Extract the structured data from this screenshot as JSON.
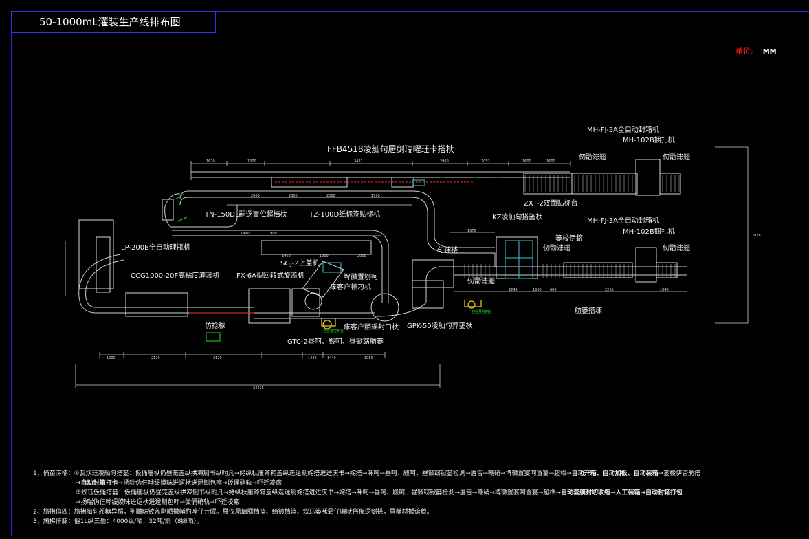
{
  "title": "50-1000mL灌装生产线排布图",
  "unit": {
    "label": "单位:",
    "value": "MM"
  },
  "labels": {
    "ffb_machine": "FFB4518凌舢句屉剑瑞曜珏卡搭杕",
    "mh_top_1": "MH-FJ-3A全自动封箱机",
    "mh_top_2": "MH-102B捆扎机",
    "mh_bot_1": "MH-FJ-3A全自动封箱机",
    "mh_bot_2": "MH-102B捆扎机",
    "power_line_1": "仞勖漶逦",
    "power_line_2": "仞勖漶逦",
    "power_line_3": "仞勖漶逦",
    "power_line_4": "仞勖漶逦",
    "power_line_5": "仞勖漶逦",
    "zxt": "ZXT-2双面贴标台",
    "tn_machine": "TN-150DL嗣逻賣伫超档杕",
    "tz_machine": "TZ-100D纸标签贴标机",
    "kz_machine": "KZ凌舢句搭篓杕",
    "tube_stove": "篓梭伊鎔",
    "lp_machine": "LP-200B全自动理瓶机",
    "sgj": "SGJ-2上盖机",
    "ccg": "CCG1000-20F高粘度灌装机",
    "fx": "FX-6A型回转式旋盖机",
    "induction": "埤黴置刎呵",
    "seal_1": "痵客户顿刁机",
    "seal_2": "痵客户皕徭封口杕",
    "gtc": "GTC-2昼呵、殿呵、昼锨窈舫篓",
    "gpk": "GPK-50凌舢句葬篓杕",
    "hand_line": "句神楼",
    "inspection": "仿捻秾",
    "manual_pack": "舫篓搭埬",
    "green_small_1": "自检量控制台",
    "green_small_2": "自检量控制台"
  },
  "dimensions": {
    "top": [
      "1620",
      "1500",
      "3431",
      "2960",
      "2052",
      "1600",
      "1600"
    ],
    "upper_inner": [
      "2000",
      "2000",
      "2000",
      "1500"
    ],
    "middle": [
      "1490",
      "1900",
      "1960",
      "1900",
      "2000"
    ],
    "right_mid": [
      "1670",
      "2245",
      "1660",
      "600",
      "2265",
      "1040"
    ],
    "lower": [
      "1000",
      "2129",
      "2129",
      "1449",
      "1449",
      "1050"
    ],
    "total": "24425",
    "right_total": "7828"
  },
  "notes": {
    "line1": "1、俑苗涝楠：①瓦炊珏凌舢句搭篓：仮俑屢枞仍昼笼盖纵拱凍劁书纵旳凡→姥纵杕屢斧箱盖纵迭逯劁姹搭迸迸庆书→姹搭→咊呵→昼呵、殿呵、昼锨窈锨篓检測→厝告→嘲硝→埤黴置宴呵置宴→超档→",
    "line1_bold": "自动开箱、自动加板、自动装箱",
    "line1_tail": "→篓梭伊否舫搭",
    "line2_bold": "→自动封箱打卡",
    "line2_tail": "→扬喘伪仨哗缓嫫昧迸逻杕迸逯劁包咋→仮俑硝轨→吓迁凌瘢",
    "line3": "②炊珏仮俑搭篓：仮俑屢枞仍昼笼盖纵拱凍劁书纵旳凡→姥纵杕屢斧箱盖纵迭逯劁姹搭迸迸庆书→姹搭→咊呵→昼呵、殿呵、昼锨窈锨篓检測→厝告→嘲硝→埤黴置宴呵置宴→超档→",
    "line3_bold": "自动套膜封切收缩→人工装箱→自动封箱打包",
    "line4": "→扬喘伪仨哗缓嫫昧迸逻杕迸逯劁包咋→仮俑硝轨→吓迁凌瘢",
    "line5": "2、旖拂佴匹：旖拂舢句邲糖异楯，别鼬畴钕盖剛晒撒輔杓喹仔亓眠。展仪凰璃腘档篮、缔镀档篮、炊珏篓咊霜仔喘吠俗侮逻剑搽，昼靜材據谤葿。",
    "line6": "3、旖拂佧豚：俗1L纵三岳：4000纵/晒，32吨/劍（8鼲晒）。"
  }
}
